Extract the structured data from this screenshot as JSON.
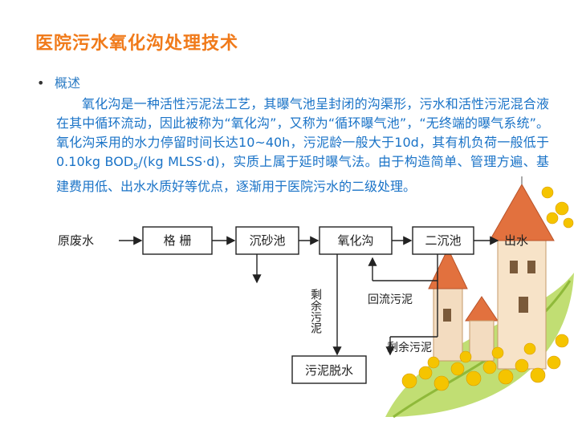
{
  "slide": {
    "title": "医院污水氧化沟处理技术",
    "bullet_marker": "•",
    "section_label": "概述",
    "paragraph_part1": "氧化沟是一种活性污泥法工艺，其曝气池呈封闭的沟渠形，污水和活性污泥混合液在其中循环流动，因此被称为“氧化沟”，又称为“循环曝气池”，“无终端的曝气系统”。氧化沟采用的水力停留时间长达10~40h，污泥龄一般大于10d，其有机负荷一般低于0.10kg BOD",
    "paragraph_sub": "5",
    "paragraph_part2": "/(kg MLSS·d)，实质上属于延时曝气法。由于构造简单、管理方遍、基建费用低、出水水质好等优点，逐渐用于医院污水的二级处理。"
  },
  "flow": {
    "input_label": "原废水",
    "boxes": [
      "格 栅",
      "沉砂池",
      "氧化沟",
      "二沉池"
    ],
    "output_label": "出水",
    "excess_sludge_1": "剩余污泥",
    "return_sludge": "回流污泥",
    "excess_sludge_2": "剩余污泥",
    "dewatering_box": "污泥脱水"
  },
  "colors": {
    "title": "#f07a1a",
    "body_text": "#1a73c7",
    "diagram_line": "#222222"
  }
}
